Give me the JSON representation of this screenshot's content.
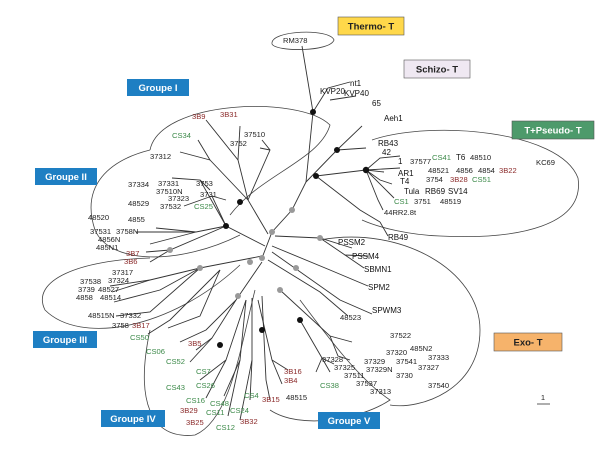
{
  "colors": {
    "groupe_box": "#1e7fc3",
    "groupe_text": "#ffffff",
    "thermo_box": "#ffd84a",
    "schizo_box": "#efe8f2",
    "tpseudo_box": "#4d9a6b",
    "exo_box": "#f6b36b",
    "red_label": "#8b2a2a",
    "green_label": "#3d8a4a"
  },
  "groups": {
    "thermo": "Thermo- T",
    "schizo": "Schizo- T",
    "tpseudo": "T+Pseudo- T",
    "exo": "Exo- T",
    "g1": "Groupe I",
    "g2": "Groupe II",
    "g3": "Groupe III",
    "g4": "Groupe IV",
    "g5": "Groupe V"
  },
  "scale": "1",
  "labels": {
    "rm378": "RM378",
    "nt1": "nt1",
    "kvp20": "KVP20",
    "kvp40": "KVP40",
    "n65": "65",
    "aeh1": "Aeh1",
    "rb43": "RB43",
    "n42": "42",
    "n1": "1",
    "ar1": "AR1",
    "t4": "T4",
    "n37577": "37577",
    "cs41": "CS41",
    "t6": "T6",
    "n48510": "48510",
    "kc69": "KC69",
    "n48521": "48521",
    "n4856": "4856",
    "n4854": "4854",
    "b22": "3B22",
    "n3754": "3754",
    "b28": "3B28",
    "cs51": "CS51",
    "tula": "Tula",
    "rb69": "RB69",
    "sv14": "SV14",
    "cs1": "CS1",
    "n3751": "3751",
    "n48519": "48519",
    "n44rr2": "44RR2.8t",
    "rb49": "RB49",
    "pssm2": "PSSM2",
    "pssm4": "PSSM4",
    "sbmn1": "SBMN1",
    "spm2": "SPM2",
    "spwm3": "SPWM3",
    "n48523": "48523",
    "n37522": "37522",
    "n485n2": "485N2",
    "n37320": "37320",
    "n37333": "37333",
    "n37329": "37329",
    "n37541": "37541",
    "n37329n": "37329N",
    "n37327": "37327",
    "n37328": "37328",
    "n37325": "37325",
    "n37511": "37511",
    "n3730": "3730",
    "n37537": "37537",
    "n37313": "37313",
    "n37540": "37540",
    "b9": "3B9",
    "b31": "3B31",
    "n37510": "37510",
    "n3752": "3752",
    "cs34": "CS34",
    "n37312": "37312",
    "n37334": "37334",
    "n37331": "37331",
    "n3753": "3753",
    "n37510n": "37510N",
    "n3731": "3731",
    "n48529": "48529",
    "n37323": "37323",
    "n37532": "37532",
    "cs25": "CS25",
    "n48520": "48520",
    "n4855": "4855",
    "n37531": "37531",
    "n3758n": "3758N",
    "n4856n": "4856N",
    "n485n1": "485N1",
    "b7": "3B7",
    "b6": "3B6",
    "n37317": "37317",
    "n37538": "37538",
    "n37324": "37324",
    "n3739": "3739",
    "n48527": "48527",
    "n4858": "4858",
    "n48514": "48514",
    "n48515n": "48515N",
    "n37332": "37332",
    "n3758": "3758",
    "b17": "3B17",
    "cs50": "CS50",
    "cs06": "CS06",
    "b5": "3B5",
    "cs52": "CS52",
    "cs7": "CS7",
    "cs43": "CS43",
    "cs26": "CS26",
    "cs16": "CS16",
    "cs48": "CS48",
    "b29": "3B29",
    "cs11": "CS11",
    "cs24": "CS24",
    "cs4": "CS4",
    "b15": "3B15",
    "b25": "3B25",
    "cs12": "CS12",
    "b32": "3B32",
    "b16": "3B16",
    "b4": "3B4",
    "n48515": "48515",
    "cs38": "CS38"
  }
}
